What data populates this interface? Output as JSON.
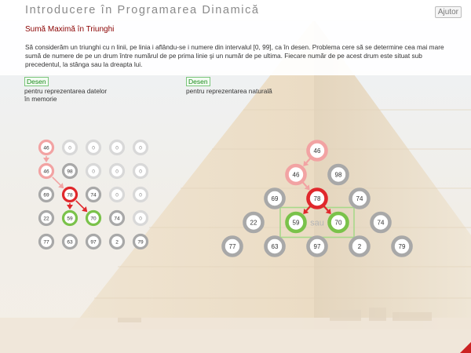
{
  "header": {
    "title": "Introducere în Programarea Dinamică",
    "help_label": "Ajutor"
  },
  "problem": {
    "title": "Sumă Maximă în Triunghi",
    "text": "Să considerăm un triunghi cu n linii, pe linia i aflându-se i numere din intervalul [0, 99], ca în desen. Problema cere să se determine cea mai mare sumă de numere de pe un drum între numărul de pe prima linie şi un număr de pe ultima. Fiecare număr de pe acest drum este situat sub precedentul, la stânga sau la dreapta lui."
  },
  "memory_view": {
    "button_label": "Desen",
    "caption_line1": "pentru reprezentarea datelor",
    "caption_line2": "în memorie"
  },
  "natural_view": {
    "button_label": "Desen",
    "caption": "pentru reprezentarea naturală"
  },
  "triangle": {
    "rows": [
      [
        46
      ],
      [
        46,
        98
      ],
      [
        69,
        78,
        74
      ],
      [
        22,
        59,
        70,
        74
      ],
      [
        77,
        63,
        97,
        2,
        79
      ]
    ],
    "highlight": {
      "visited": [
        [
          0,
          0
        ],
        [
          1,
          0
        ]
      ],
      "current": [
        2,
        1
      ],
      "candidates": [
        [
          3,
          1
        ],
        [
          3,
          2
        ]
      ]
    },
    "or_label": "sau",
    "empty_value": "0"
  },
  "colors": {
    "visited": "#f2a3a3",
    "current": "#e0282c",
    "candidate": "#7ac24a",
    "normal": "#a8a8a8",
    "empty": "#d8d8d8",
    "title_red": "#8b0000",
    "button_green": "#1d8c1d"
  }
}
